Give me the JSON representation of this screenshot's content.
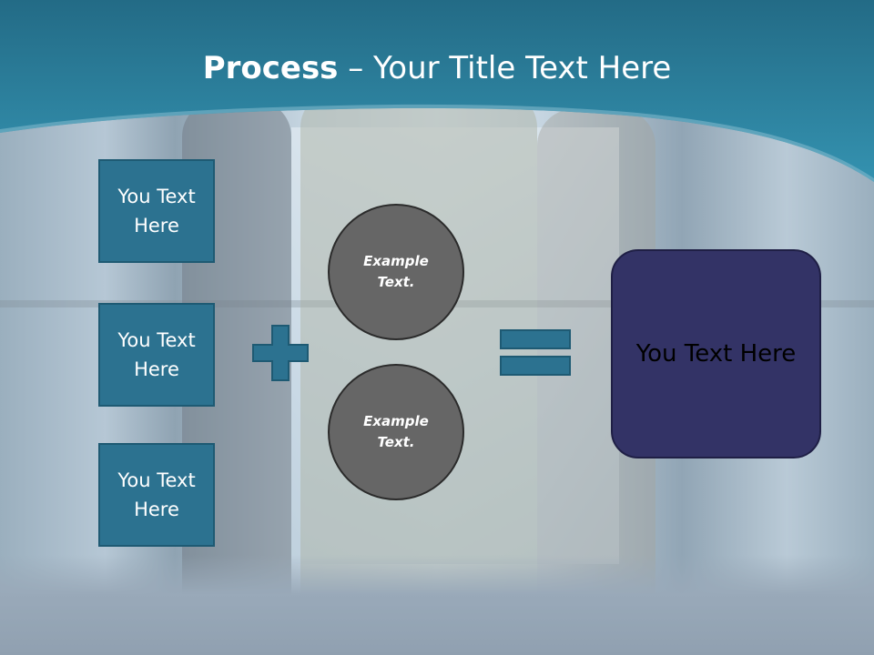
{
  "slide": {
    "title_bold": "Process",
    "title_rest": " – Your Title Text Here"
  },
  "inputs": [
    {
      "label": "You Text Here"
    },
    {
      "label": "You Text Here"
    },
    {
      "label": "You Text Here"
    }
  ],
  "circles": [
    {
      "label": "Example Text."
    },
    {
      "label": "Example Text."
    }
  ],
  "result": {
    "label": "You Text Here"
  },
  "colors": {
    "header_teal": "#2b7d99",
    "box_teal": "#2c7290",
    "circle_gray": "#666666",
    "result_navy": "#333366"
  },
  "icons": {
    "plus": "plus-icon",
    "equals": "equals-icon"
  }
}
